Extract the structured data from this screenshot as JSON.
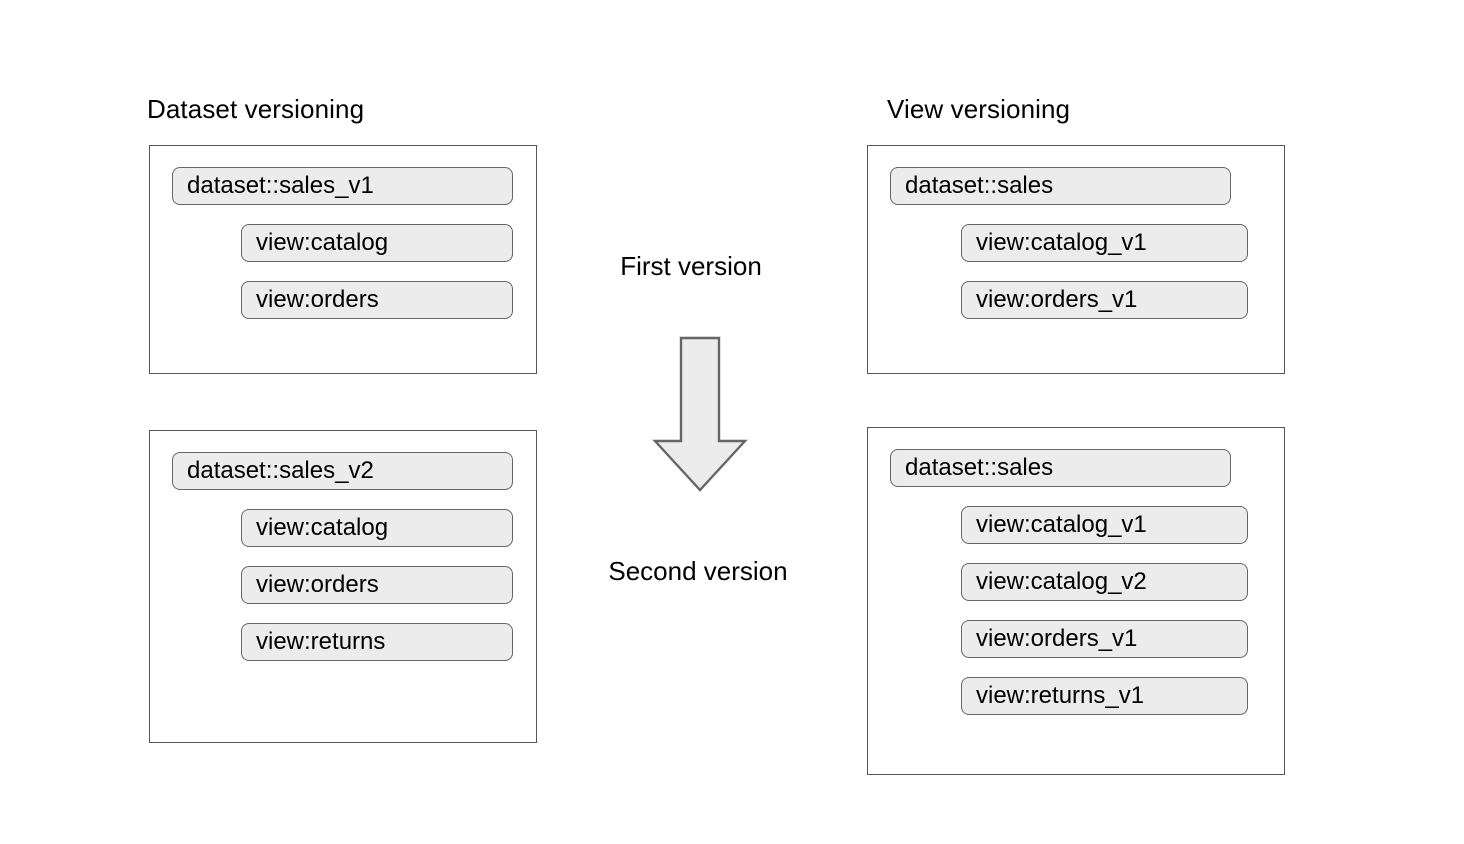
{
  "diagram": {
    "columns": [
      {
        "id": "dataset-versioning",
        "title": "Dataset versioning",
        "groups": [
          {
            "id": "dataset-sales-v1",
            "stage": "First version",
            "dataset": "dataset::sales_v1",
            "views": [
              "view:catalog",
              "view:orders"
            ]
          },
          {
            "id": "dataset-sales-v2",
            "stage": "Second version",
            "dataset": "dataset::sales_v2",
            "views": [
              "view:catalog",
              "view:orders",
              "view:returns"
            ]
          }
        ]
      },
      {
        "id": "view-versioning",
        "title": "View versioning",
        "groups": [
          {
            "id": "view-sales-first",
            "stage": "First version",
            "dataset": "dataset::sales",
            "views": [
              "view:catalog_v1",
              "view:orders_v1"
            ]
          },
          {
            "id": "view-sales-second",
            "stage": "Second version",
            "dataset": "dataset::sales",
            "views": [
              "view:catalog_v1",
              "view:catalog_v2",
              "view:orders_v1",
              "view:returns_v1"
            ]
          }
        ]
      }
    ],
    "center": {
      "first_label": "First version",
      "second_label": "Second version",
      "arrow_icon": "arrow-down-icon"
    },
    "colors": {
      "background": "#ffffff",
      "box_border": "#555555",
      "pill_fill": "#ececec",
      "pill_border": "#666666",
      "arrow_fill": "#ececec",
      "arrow_border": "#666666",
      "text": "#000000"
    }
  }
}
